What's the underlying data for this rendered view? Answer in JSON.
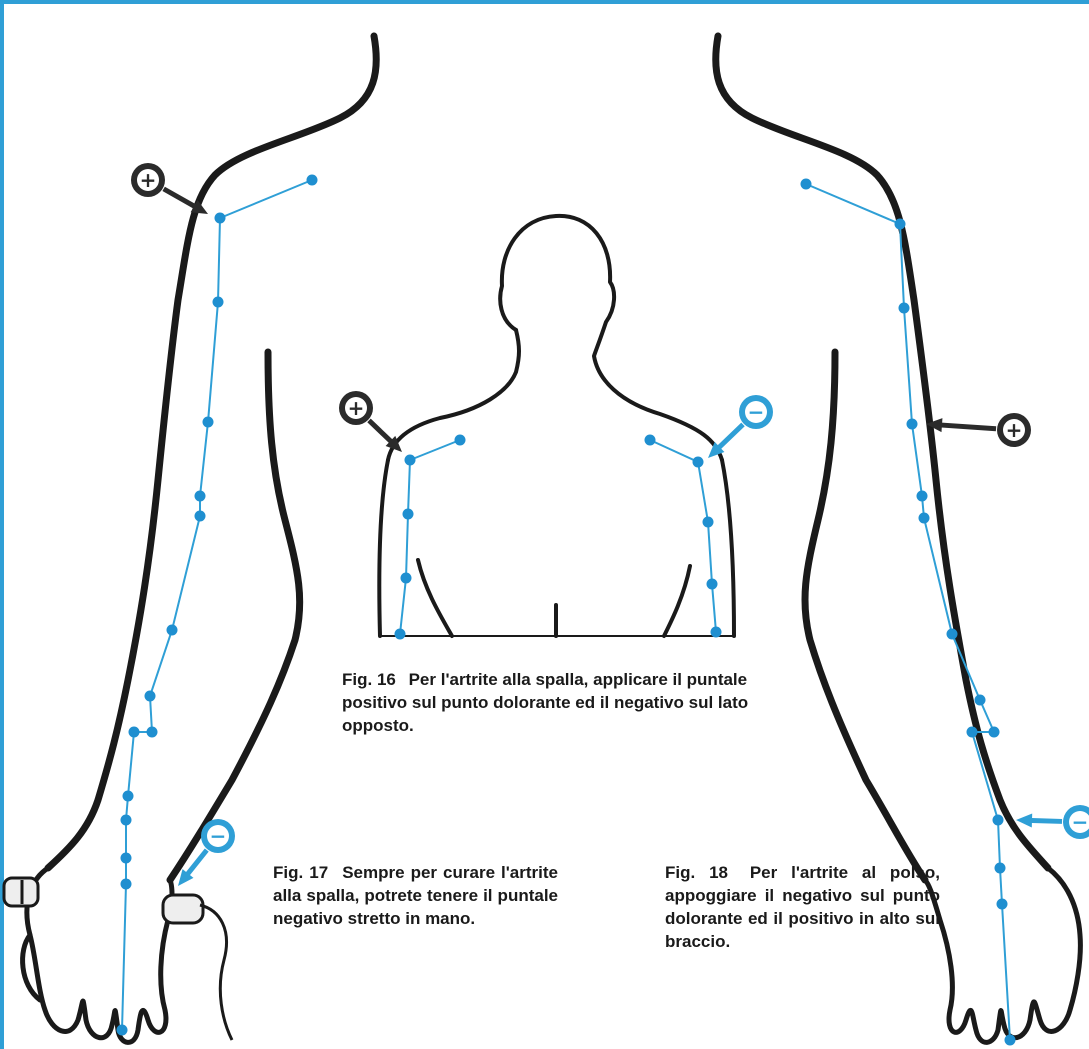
{
  "figures": [
    {
      "id": "fig16",
      "label": "Fig. 16",
      "text": "Per l'artrite alla spalla, applicare il puntale positivo sul punto dolorante ed il negativo sul lato opposto."
    },
    {
      "id": "fig17",
      "label": "Fig. 17",
      "text": "Sempre per curare l'artrite alla spalla, potrete tenere il puntale negativo stretto in mano."
    },
    {
      "id": "fig18",
      "label": "Fig. 18",
      "text": "Per l'artrite al polso, appoggiare il negativo sul punto dolorante ed il positivo in alto sul braccio."
    }
  ],
  "markers": {
    "positive": "+",
    "negative": "−"
  },
  "colors": {
    "accent": "#2f9fd6",
    "line": "#1a1a1a",
    "marker_dark": "#2b2b2b",
    "marker_blue": "#2f9fd6",
    "point": "#1f8fd0"
  }
}
